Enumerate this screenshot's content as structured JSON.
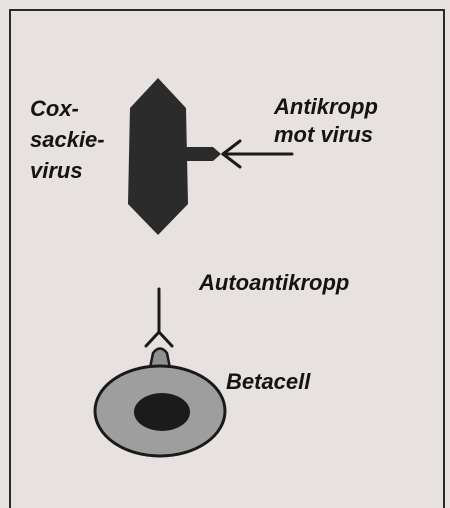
{
  "labels": {
    "virus": [
      "Cox-",
      "sackie-",
      "virus"
    ],
    "antibody": [
      "Antikropp",
      "mot virus"
    ],
    "autoantibody": "Autoantikropp",
    "betacell": "Betacell"
  },
  "colors": {
    "background": "#e7e1e0",
    "virus_fill": "#2b2b2b",
    "cell_outer": "#9e9e9e",
    "cell_nucleus": "#1b1b1b",
    "antigen": "#8f8f8f",
    "line": "#1a1a1a"
  }
}
